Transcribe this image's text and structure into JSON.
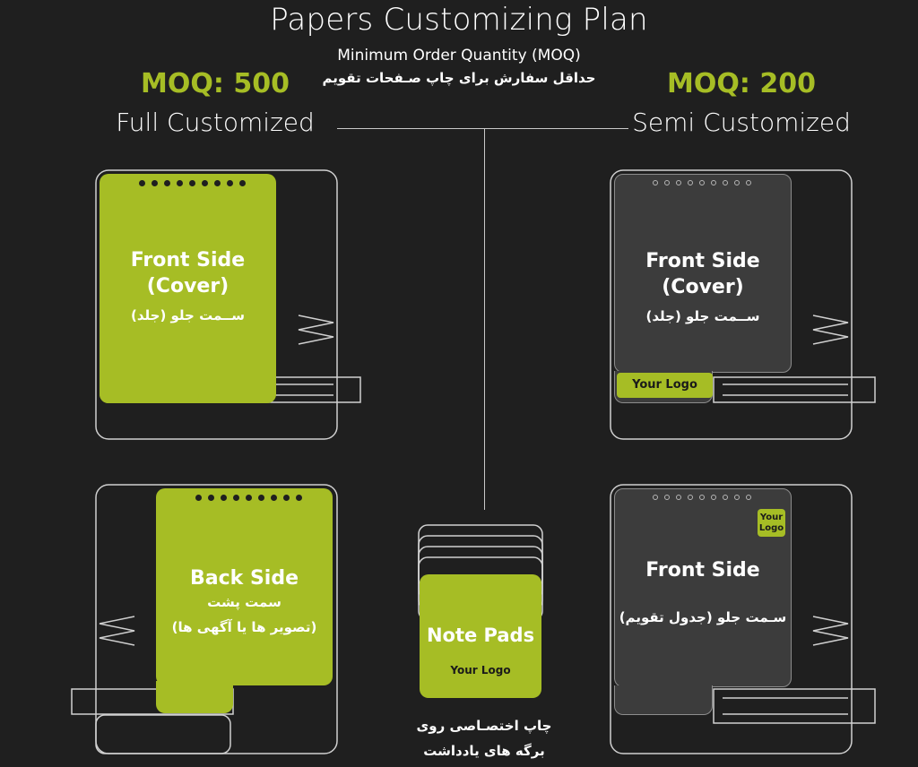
{
  "header": {
    "title": "Papers Customizing Plan",
    "subtitle_en": "Minimum Order Quantity (MOQ)",
    "subtitle_fa": "حداقل سفارش برای چاپ صـفحات تقویم"
  },
  "plans": {
    "full": {
      "moq": "MOQ: 500",
      "label": "Full Customized"
    },
    "semi": {
      "moq": "MOQ: 200",
      "label": "Semi Customized"
    }
  },
  "cards": {
    "full_front": {
      "title_line1": "Front Side",
      "title_line2": "(Cover)",
      "fa": "ســمت جلو (جلد)"
    },
    "semi_front": {
      "title_line1": "Front Side",
      "title_line2": "(Cover)",
      "fa": "ســمت جلو (جلد)",
      "logo": "Your Logo"
    },
    "full_back": {
      "title": "Back Side",
      "fa_line1": "سمت پشت",
      "fa_line2": "(تصویر ها یا آگهی ها)"
    },
    "semi_table": {
      "title": "Front Side",
      "fa": "سـمت جلو (جدول تقویم)",
      "logo_line1": "Your",
      "logo_line2": "Logo"
    }
  },
  "notepad": {
    "title": "Note Pads",
    "logo": "Your Logo",
    "fa_line1": "چاپ اختصـاصی روی",
    "fa_line2": "برگه های یادداشت"
  },
  "colors": {
    "accent": "#a6bd25",
    "background": "#1f1f1f",
    "panel_gray": "#3c3c3c",
    "outline": "#c9c9c9"
  }
}
